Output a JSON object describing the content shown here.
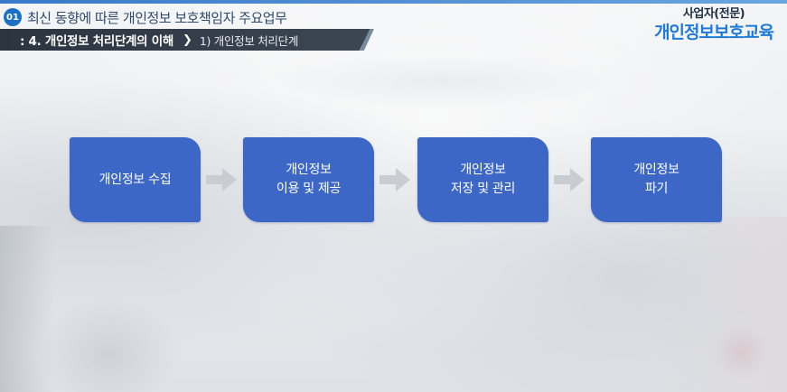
{
  "header": {
    "chapter_number": "01",
    "title": "최신 동향에 따른 개인정보 보호책임자 주요업무",
    "section": ": 4. 개인정보 처리단계의 이해",
    "subsection": "1) 개인정보 처리단계"
  },
  "logo": {
    "top_text": "사업자(전문)",
    "main_text": "개인정보보호교육"
  },
  "flow": {
    "steps": [
      {
        "label": "개인정보 수집"
      },
      {
        "label": "개인정보\n이용 및 제공"
      },
      {
        "label": "개인정보\n저장 및 관리"
      },
      {
        "label": "개인정보\n파기"
      }
    ]
  },
  "colors": {
    "step_fill": "#3c67c7",
    "arrow_fill": "#c9cdd2",
    "accent": "#1f7ad8",
    "header_bar": "#2c3440"
  }
}
